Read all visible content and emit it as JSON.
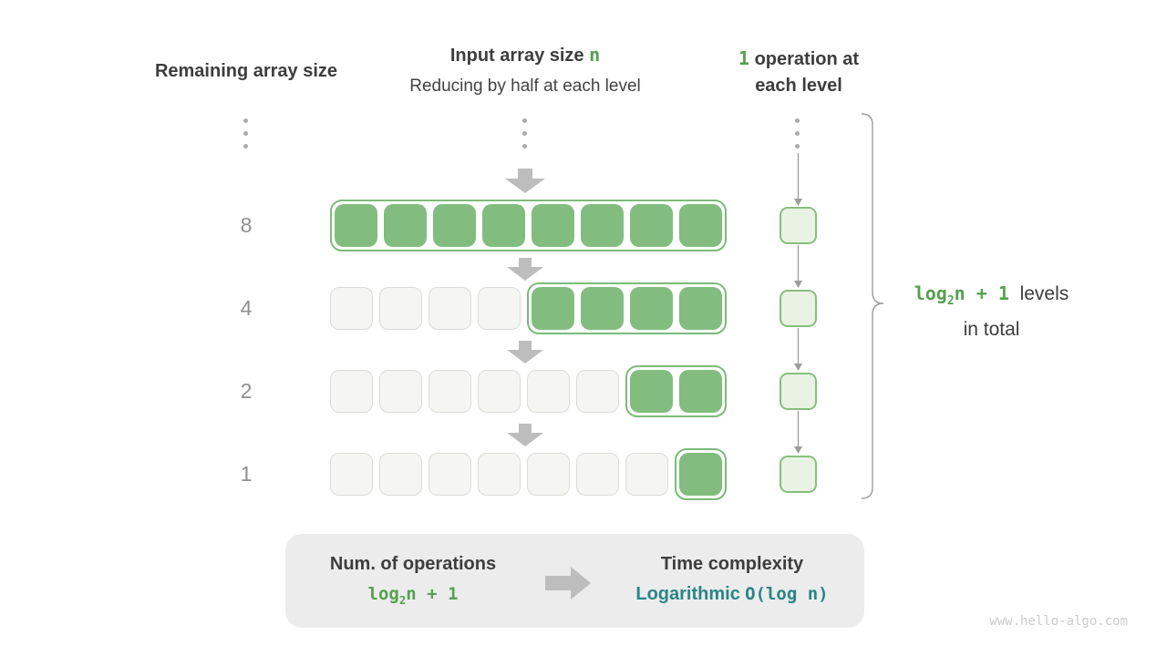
{
  "colors": {
    "filled_green": "#82bd7f",
    "outline_green": "#7cbb7a",
    "op_fill": "#e9f2e3",
    "op_border": "#86bf7d",
    "empty_fill": "#f5f5f3",
    "empty_border": "#dbdbd8",
    "text_green": "#55a04f",
    "text_teal": "#2a8487",
    "arrow_gray": "#bdbdbd",
    "line_gray": "#9c9c9c"
  },
  "headers": {
    "left": "Remaining array size",
    "center_title_prefix": "Input array size ",
    "center_title_var": "n",
    "center_subtitle": "Reducing by half at each level",
    "right_num": "1",
    "right_line1_rest": " operation at",
    "right_line2": "each level"
  },
  "rows": [
    {
      "label": "8",
      "gray": 0,
      "green": 8
    },
    {
      "label": "4",
      "gray": 4,
      "green": 4
    },
    {
      "label": "2",
      "gray": 6,
      "green": 2
    },
    {
      "label": "1",
      "gray": 7,
      "green": 1
    }
  ],
  "formula": {
    "fn": "log",
    "sub": "2",
    "rest": "n + 1"
  },
  "brace_label": {
    "line1_text": "levels",
    "line2_text": "in total"
  },
  "summary": {
    "left_title": "Num. of operations",
    "right_title": "Time complexity",
    "right_value_name": "Logarithmic",
    "right_value_bigo": "O(log n)"
  },
  "watermark": "www.hello-algo.com"
}
